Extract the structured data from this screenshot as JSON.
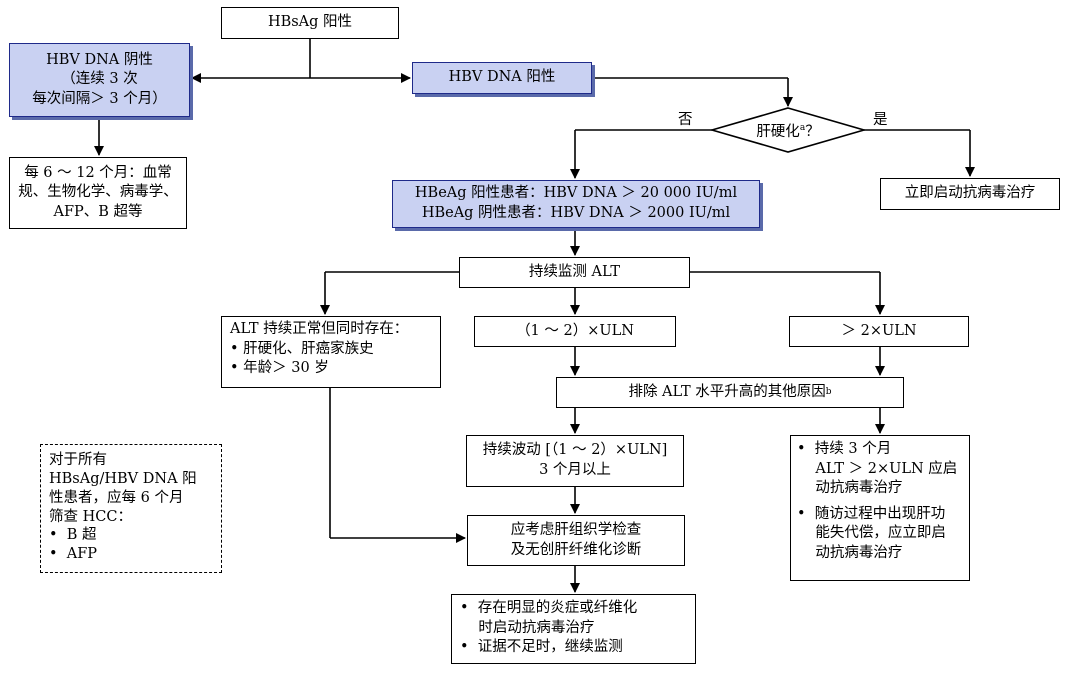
{
  "nodes": {
    "hbsag": "HBsAg 阳性",
    "dna_neg": [
      "HBV DNA 阴性",
      "（连续 3 次",
      "每次间隔＞ 3 个月）"
    ],
    "dna_pos": "HBV DNA 阳性",
    "monitor_6_12": [
      "每 6 ～ 12 个月：血常",
      "规、生物化学、病毒学、",
      "AFP、B 超等"
    ],
    "cirrhosis_q": "肝硬化",
    "cirrhosis_sup": "a",
    "cirrhosis_qmark": "？",
    "start_now": "立即启动抗病毒治疗",
    "threshold": [
      "HBeAg 阳性患者：HBV DNA ＞ 20 000 IU/ml",
      "HBeAg 阴性患者：HBV DNA ＞ 2000 IU/ml"
    ],
    "monitor_alt": "持续监测 ALT",
    "alt_normal": [
      "ALT 持续正常但同时存在：",
      "•  肝硬化、肝癌家族史",
      "•  年龄＞ 30 岁"
    ],
    "alt_1_2": "（1 ～ 2）×ULN",
    "alt_gt2": "＞ 2×ULN",
    "exclude": "排除 ALT 水平升高的其他原因",
    "exclude_sup": "b",
    "fluct": [
      "持续波动 [（1 ～ 2）×ULN]",
      "3 个月以上"
    ],
    "biopsy": [
      "应考虑肝组织学检查",
      "及无创肝纤维化诊断"
    ],
    "gt2_actions": [
      "•  持续 3 个月",
      "    ALT ＞ 2×ULN 应启",
      "    动抗病毒治疗",
      "•  随访过程中出现肝功",
      "    能失代偿，应立即启",
      "    动抗病毒治疗"
    ],
    "final_actions": [
      "•  存在明显的炎症或纤维化",
      "    时启动抗病毒治疗",
      "•  证据不足时，继续监测"
    ],
    "hcc_note": [
      "对于所有",
      "HBsAg/HBV DNA 阳",
      "性患者，应每 6 个月",
      "筛查 HCC：",
      "•  B 超",
      "•  AFP"
    ]
  },
  "labels": {
    "no": "否",
    "yes": "是"
  },
  "colors": {
    "highlight_fill": "#c9d1f2",
    "highlight_border": "#1f2a8a"
  }
}
